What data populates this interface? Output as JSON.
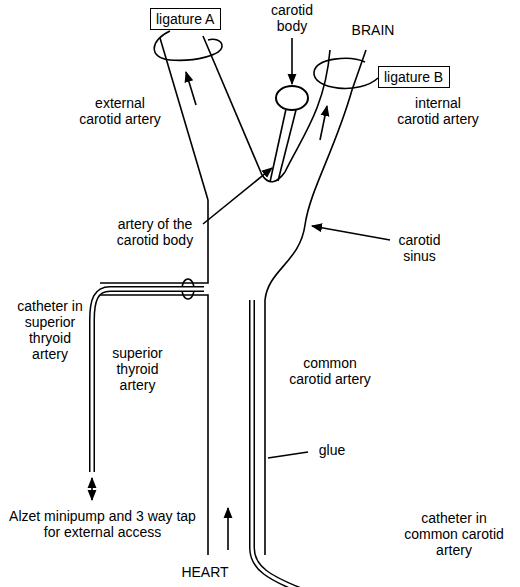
{
  "diagram": {
    "nodes": [
      {
        "text": [
          "ligature A"
        ]
      },
      {
        "text": [
          "ligature B"
        ]
      }
    ],
    "labels": [
      "carotid body",
      "BRAIN",
      "external carotid artery",
      "internal carotid artery",
      "artery of the carotid body",
      "carotid sinus",
      "catheter in superior thryoid artery",
      "superior thyroid artery",
      "common carotid artery",
      "glue",
      "Alzet minipump and 3 way tap for external access",
      "HEART",
      "catheter in common carotid artery"
    ]
  }
}
